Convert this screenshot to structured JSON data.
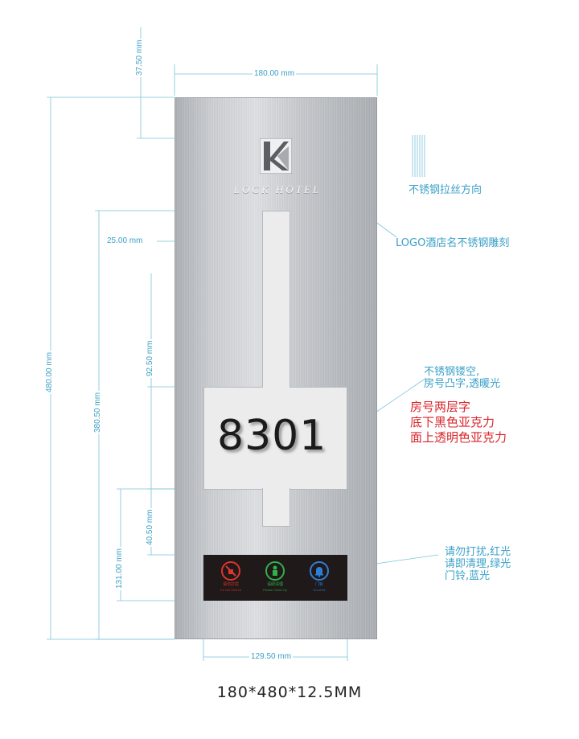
{
  "dimensions": {
    "top_gap": "37.50 mm",
    "plate_width": "180.00 mm",
    "window_width": "25.00 mm",
    "total_height": "480.00 mm",
    "window_height": "380.50 mm",
    "upper_slot": "92.50 mm",
    "lower_slot": "40.50 mm",
    "bottom_height": "131.00 mm",
    "panel_width": "129.50 mm"
  },
  "notes": {
    "brush_direction": "不锈钢拉丝方向",
    "logo_engraving": "LOGO酒店名不锈钢雕刻",
    "hollow_line1": "不锈钢镂空,",
    "hollow_line2": "房号凸字,透暖光",
    "layers_line1": "房号两层字",
    "layers_line2": "底下黑色亚克力",
    "layers_line3": "面上透明色亚克力",
    "buttons_line1": "请勿打扰,红光",
    "buttons_line2": "请即清理,绿光",
    "buttons_line3": "门铃,蓝光"
  },
  "plate": {
    "hotel_name": "LOCK HOTEL",
    "room_number": "8301"
  },
  "buttons": [
    {
      "label": "请勿打扰",
      "sub": "Do Not Disturb",
      "color": "#e0342e",
      "icon": "do-not-disturb-icon"
    },
    {
      "label": "请即清理",
      "sub": "Please Clean Up",
      "color": "#2fb24a",
      "icon": "cleaning-icon"
    },
    {
      "label": "门铃",
      "sub": "Doorbell",
      "color": "#2d7fd6",
      "icon": "bell-icon"
    }
  ],
  "caption": "180*480*12.5MM",
  "colors": {
    "dimension": "#3a9fc4",
    "note_cyan": "#3aa0c8",
    "note_red": "#d9262c"
  }
}
